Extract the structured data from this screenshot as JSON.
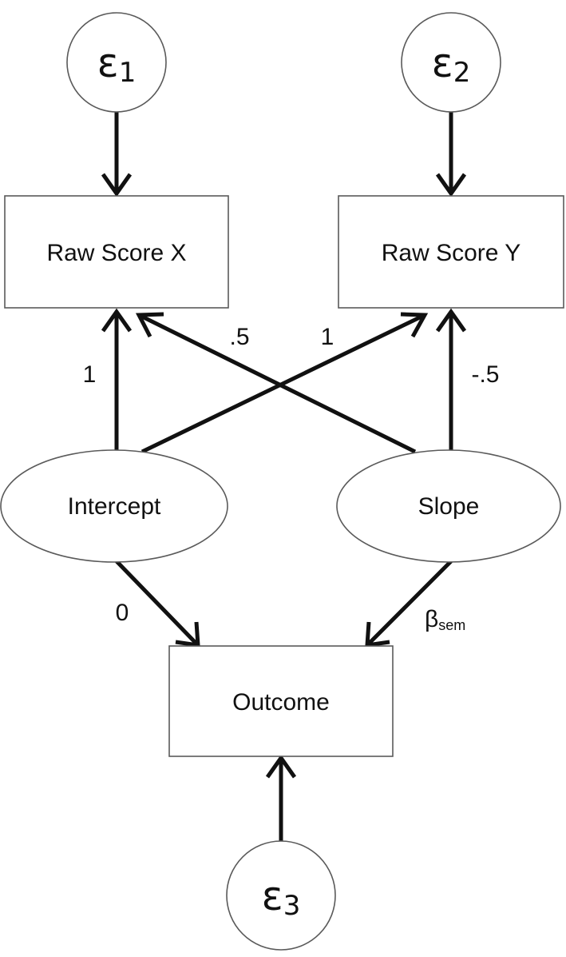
{
  "nodes": {
    "e1": {
      "base": "ε",
      "sub": "1"
    },
    "e2": {
      "base": "ε",
      "sub": "2"
    },
    "e3": {
      "base": "ε",
      "sub": "3"
    },
    "raw_x": "Raw Score X",
    "raw_y": "Raw Score Y",
    "intercept": "Intercept",
    "slope": "Slope",
    "outcome": "Outcome"
  },
  "edges": {
    "intercept_to_raw_x": "1",
    "slope_to_raw_x": ".5",
    "intercept_to_raw_y": "1",
    "slope_to_raw_y": "-.5",
    "intercept_to_outcome": "0",
    "slope_to_outcome": {
      "base": "β",
      "sub": "sem"
    }
  }
}
